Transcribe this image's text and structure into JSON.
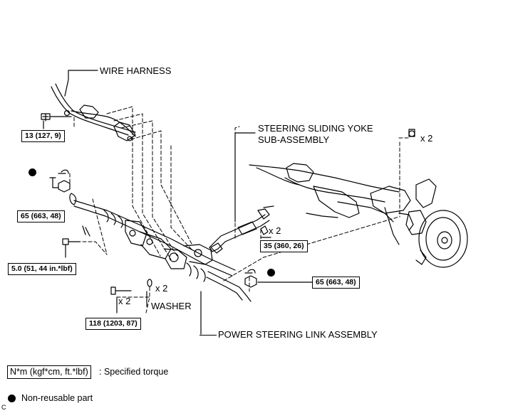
{
  "labels": {
    "wire_harness": "WIRE HARNESS",
    "steering_yoke_line1": "STEERING SLIDING YOKE",
    "steering_yoke_line2": "SUB-ASSEMBLY",
    "washer": "WASHER",
    "power_steering_link": "POWER STEERING LINK ASSEMBLY"
  },
  "torques": {
    "harness_bolt": "13 (127, 9)",
    "left_tie_rod_nut": "65 (663, 48)",
    "left_bracket_bolt": "5.0 (51, 44 in.*lbf)",
    "yoke_bolt": "35 (360, 26)",
    "right_tie_rod_nut": "65 (663, 48)",
    "mount_bolt": "118 (1203, 87)"
  },
  "quantities": {
    "knuckle_nut": "x 2",
    "yoke_bolt": "x 2",
    "washer": "x 2",
    "mount_bolt": "x 2"
  },
  "legend": {
    "torque_unit": "N*m (kgf*cm, ft.*lbf)",
    "torque_text": ": Specified torque",
    "nonreusable_text": "Non-reusable part"
  },
  "corner_mark": "C"
}
